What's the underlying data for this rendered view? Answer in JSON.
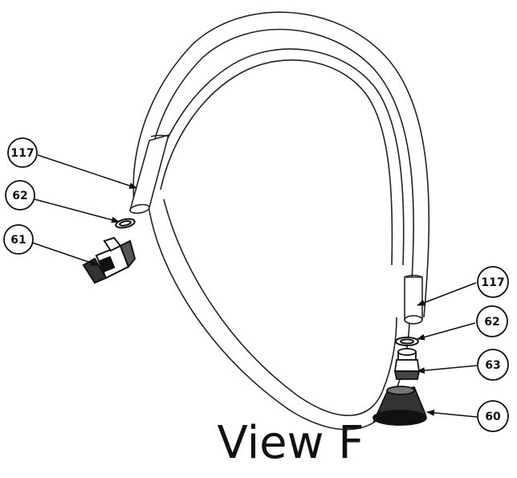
{
  "view_title": "View F",
  "callouts": [
    {
      "id": "c117-left",
      "label": "117"
    },
    {
      "id": "c62-left",
      "label": "62"
    },
    {
      "id": "c61",
      "label": "61"
    },
    {
      "id": "c117-right",
      "label": "117"
    },
    {
      "id": "c62-right",
      "label": "62"
    },
    {
      "id": "c63",
      "label": "63"
    },
    {
      "id": "c60",
      "label": "60"
    }
  ]
}
